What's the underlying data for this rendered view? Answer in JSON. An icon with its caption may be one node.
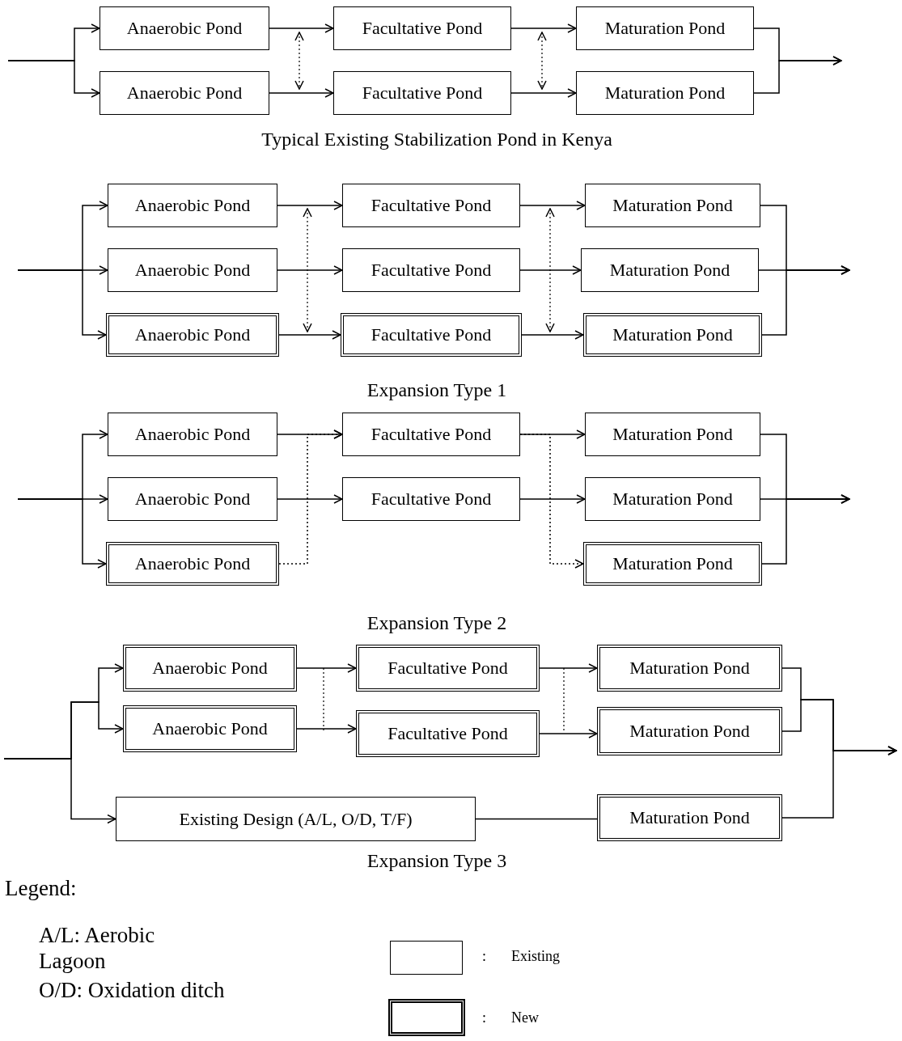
{
  "diagram": {
    "nodes": [
      {
        "text": [
          "Anaerobic Pond"
        ]
      },
      {
        "text": [
          "Facultative Pond"
        ]
      },
      {
        "text": [
          "Maturation Pond"
        ]
      },
      {
        "text": [
          "Anaerobic Pond"
        ]
      },
      {
        "text": [
          "Facultative Pond"
        ]
      },
      {
        "text": [
          "Maturation Pond"
        ]
      },
      {
        "text": [
          "Anaerobic Pond"
        ]
      },
      {
        "text": [
          "Facultative Pond"
        ]
      },
      {
        "text": [
          "Maturation Pond"
        ]
      },
      {
        "text": [
          "Anaerobic Pond"
        ]
      },
      {
        "text": [
          "Facultative Pond"
        ]
      },
      {
        "text": [
          "Maturation Pond"
        ]
      },
      {
        "text": [
          "Anaerobic Pond"
        ]
      },
      {
        "text": [
          "Facultative Pond"
        ]
      },
      {
        "text": [
          "Maturation Pond"
        ]
      },
      {
        "text": [
          "Anaerobic Pond"
        ]
      },
      {
        "text": [
          "Facultative Pond"
        ]
      },
      {
        "text": [
          "Maturation Pond"
        ]
      },
      {
        "text": [
          "Anaerobic Pond"
        ]
      },
      {
        "text": [
          "Facultative Pond"
        ]
      },
      {
        "text": [
          "Maturation Pond"
        ]
      },
      {
        "text": [
          "Anaerobic Pond"
        ]
      },
      {
        "text": [
          "Maturation Pond"
        ]
      },
      {
        "text": [
          "Anaerobic Pond"
        ]
      },
      {
        "text": [
          "Facultative Pond"
        ]
      },
      {
        "text": [
          "Maturation Pond"
        ]
      },
      {
        "text": [
          "Anaerobic Pond"
        ]
      },
      {
        "text": [
          "Facultative Pond"
        ]
      },
      {
        "text": [
          "Maturation Pond"
        ]
      },
      {
        "text": [
          "Existing Design (A/L, O/D, T/F)"
        ]
      },
      {
        "text": [
          "Maturation Pond"
        ]
      }
    ],
    "edges": [
      {
        "from": null,
        "to": 0,
        "arrow": "to"
      },
      {
        "from": null,
        "to": 3,
        "arrow": "to"
      },
      {
        "from": 0,
        "to": 1,
        "arrow": "to"
      },
      {
        "from": 1,
        "to": 2,
        "arrow": "to"
      },
      {
        "from": 3,
        "to": 4,
        "arrow": "to"
      },
      {
        "from": 4,
        "to": 5,
        "arrow": "to"
      },
      {
        "from": 2,
        "to": null,
        "arrow": "to"
      },
      {
        "from": 5,
        "to": null,
        "arrow": "to"
      },
      {
        "from": null,
        "to": 6,
        "arrow": "to"
      },
      {
        "from": null,
        "to": 9,
        "arrow": "to"
      },
      {
        "from": null,
        "to": 12,
        "arrow": "to"
      },
      {
        "from": 6,
        "to": 7,
        "arrow": "to"
      },
      {
        "from": 7,
        "to": 8,
        "arrow": "to"
      },
      {
        "from": 9,
        "to": 10,
        "arrow": "to"
      },
      {
        "from": 10,
        "to": 11,
        "arrow": "to"
      },
      {
        "from": 12,
        "to": 13,
        "arrow": "to"
      },
      {
        "from": 13,
        "to": 14,
        "arrow": "to"
      },
      {
        "from": 8,
        "to": null,
        "arrow": "to"
      },
      {
        "from": 11,
        "to": null,
        "arrow": "to"
      },
      {
        "from": 14,
        "to": null,
        "arrow": "to"
      },
      {
        "from": null,
        "to": 15,
        "arrow": "to"
      },
      {
        "from": null,
        "to": 18,
        "arrow": "to"
      },
      {
        "from": null,
        "to": 21,
        "arrow": "to"
      },
      {
        "from": 15,
        "to": 16,
        "arrow": "to"
      },
      {
        "from": 16,
        "to": 17,
        "arrow": "to"
      },
      {
        "from": 18,
        "to": 19,
        "arrow": "to"
      },
      {
        "from": 19,
        "to": 20,
        "arrow": "to"
      },
      {
        "from": 21,
        "to": 16,
        "arrow": "to",
        "style": "dashed"
      },
      {
        "from": 16,
        "to": 22,
        "arrow": "to",
        "style": "dashed"
      },
      {
        "from": 17,
        "to": null,
        "arrow": "to"
      },
      {
        "from": 20,
        "to": null,
        "arrow": "to"
      },
      {
        "from": 22,
        "to": null,
        "arrow": "to"
      },
      {
        "from": null,
        "to": 23,
        "arrow": "to"
      },
      {
        "from": null,
        "to": 26,
        "arrow": "to"
      },
      {
        "from": null,
        "to": 29,
        "arrow": "to"
      },
      {
        "from": 23,
        "to": 24,
        "arrow": "to"
      },
      {
        "from": 24,
        "to": 25,
        "arrow": "to"
      },
      {
        "from": 26,
        "to": 27,
        "arrow": "to"
      },
      {
        "from": 27,
        "to": 28,
        "arrow": "to"
      },
      {
        "from": 29,
        "to": 30,
        "arrow": "none"
      },
      {
        "from": 25,
        "to": null,
        "arrow": "to"
      },
      {
        "from": 28,
        "to": null,
        "arrow": "to"
      },
      {
        "from": 30,
        "to": null,
        "arrow": "to"
      }
    ],
    "labels": [
      "Typical Existing Stabilization Pond in Kenya",
      "Expansion Type 1",
      "Expansion Type 2",
      "Expansion Type 3",
      "Legend:",
      "A/L: Aerobic Lagoon",
      "O/D: Oxidation ditch",
      ":",
      ":"
    ],
    "legend": [
      {
        "text": "Existing"
      },
      {
        "text": "New"
      }
    ]
  }
}
